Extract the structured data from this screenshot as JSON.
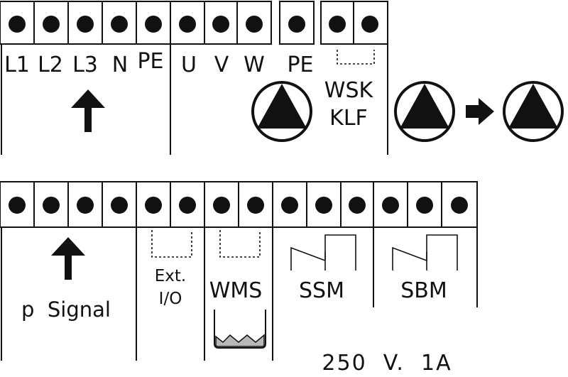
{
  "diagram": {
    "top_block": {
      "power_labels": [
        "L1",
        "L2",
        "L3",
        "N",
        "PE"
      ],
      "motor_labels": [
        "U",
        "V",
        "W"
      ],
      "earth_label": "PE",
      "winding_labels": [
        "WSK",
        "KLF"
      ]
    },
    "bottom_block": {
      "pressure_label": "p  Signal",
      "ext_io_labels": [
        "Ext.",
        "I/O"
      ],
      "wms_label": "WMS",
      "ssm_label": "SSM",
      "sbm_label": "SBM",
      "rating_label": "250  V.  1A"
    },
    "colors": {
      "ink": "#111111",
      "background": "#ffffff",
      "sensor_fill": "#b8b8b8"
    },
    "icons": [
      "terminal-screw-icon",
      "arrow-up-icon",
      "pump-icon",
      "arrow-right-icon",
      "relay-contact-icon",
      "water-sensor-icon"
    ]
  }
}
